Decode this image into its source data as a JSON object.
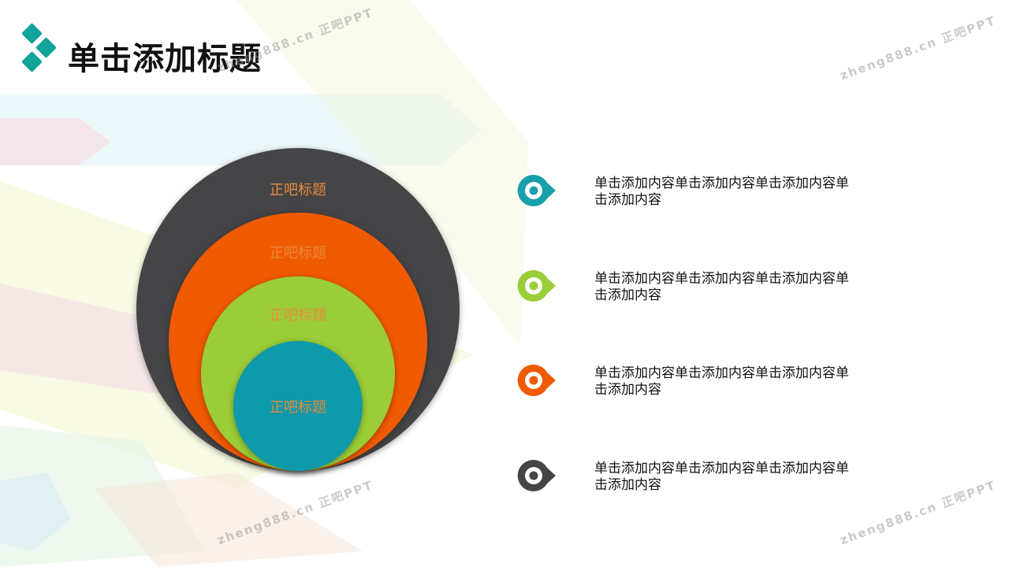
{
  "title": "单击添加标题",
  "colors": {
    "accent": "#12a49a",
    "dark": "#454547",
    "orange": "#f05a00",
    "green": "#9acd38",
    "teal": "#0e9aab",
    "label": "#e88a3c"
  },
  "circles": [
    {
      "label": "正吧标题",
      "color": "#454547"
    },
    {
      "label": "正吧标题",
      "color": "#f05a00"
    },
    {
      "label": "正吧标题",
      "color": "#9acd38"
    },
    {
      "label": "正吧标题",
      "color": "#0e9aab"
    }
  ],
  "items": [
    {
      "icon": "location-pin-icon",
      "color": "#17a0ab",
      "text": "单击添加内容单击添加内容单击添加内容单击添加内容"
    },
    {
      "icon": "location-pin-icon",
      "color": "#9acd38",
      "text": "单击添加内容单击添加内容单击添加内容单击添加内容"
    },
    {
      "icon": "location-pin-icon",
      "color": "#f05a00",
      "text": "单击添加内容单击添加内容单击添加内容单击添加内容"
    },
    {
      "icon": "location-pin-icon",
      "color": "#454547",
      "text": "单击添加内容单击添加内容单击添加内容单击添加内容"
    }
  ],
  "watermark": "zheng888.cn 正吧PPT"
}
